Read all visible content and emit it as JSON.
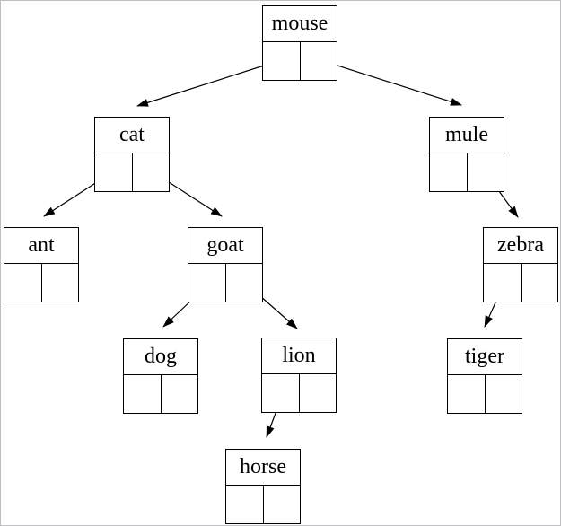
{
  "page": {
    "background_color": "#ffffff",
    "frame_border_color": "#bfbfc3"
  },
  "diagram": {
    "type": "binary-search-tree",
    "node_style": "label-over-two-pointer-cells",
    "line_color": "#000000",
    "nodes": [
      {
        "id": "mouse",
        "label": "mouse"
      },
      {
        "id": "cat",
        "label": "cat"
      },
      {
        "id": "mule",
        "label": "mule"
      },
      {
        "id": "ant",
        "label": "ant"
      },
      {
        "id": "goat",
        "label": "goat"
      },
      {
        "id": "zebra",
        "label": "zebra"
      },
      {
        "id": "dog",
        "label": "dog"
      },
      {
        "id": "lion",
        "label": "lion"
      },
      {
        "id": "tiger",
        "label": "tiger"
      },
      {
        "id": "horse",
        "label": "horse"
      }
    ],
    "edges": [
      {
        "from": "mouse",
        "pointer": "left",
        "to": "cat"
      },
      {
        "from": "mouse",
        "pointer": "right",
        "to": "mule"
      },
      {
        "from": "cat",
        "pointer": "left",
        "to": "ant"
      },
      {
        "from": "cat",
        "pointer": "right",
        "to": "goat"
      },
      {
        "from": "mule",
        "pointer": "right",
        "to": "zebra"
      },
      {
        "from": "goat",
        "pointer": "left",
        "to": "dog"
      },
      {
        "from": "goat",
        "pointer": "right",
        "to": "lion"
      },
      {
        "from": "zebra",
        "pointer": "left",
        "to": "tiger"
      },
      {
        "from": "lion",
        "pointer": "left",
        "to": "horse"
      }
    ]
  }
}
